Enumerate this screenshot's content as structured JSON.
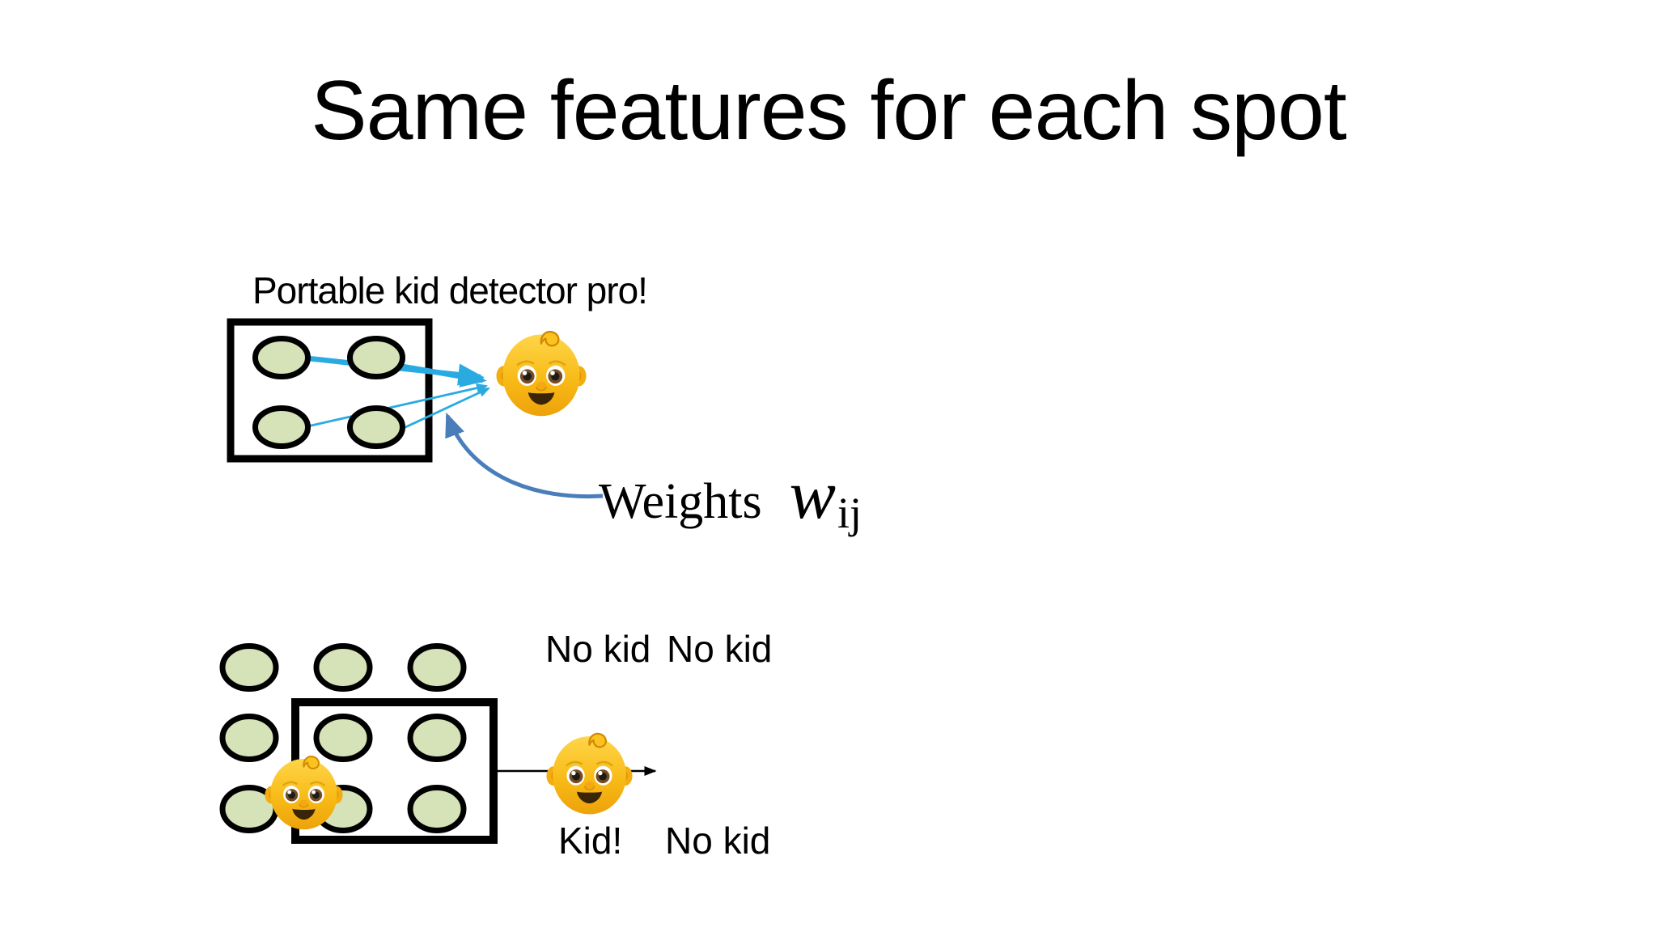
{
  "slide": {
    "title": "Same features for each spot"
  },
  "top_diagram": {
    "caption": "Portable kid detector pro!",
    "weights": {
      "label": "Weights",
      "symbol": "w",
      "subscript": "ij"
    },
    "kernel_feature_count": 4,
    "output_icon": "baby-emoji"
  },
  "bottom_diagram": {
    "grid": {
      "rows": 3,
      "cols": 3
    },
    "window_feature_count": 4,
    "results": [
      {
        "label": "No kid"
      },
      {
        "label": "No kid"
      },
      {
        "label": "Kid!"
      },
      {
        "label": "No kid"
      }
    ],
    "detected_icon": "baby-emoji"
  },
  "colors": {
    "background": "#FFFFFF",
    "text": "#000000",
    "weight_arrow_cyan": "#29ABE2",
    "pointer_arrow_blue": "#4A7EBB",
    "feature_fill_green": "#D6E2B8",
    "outline_black": "#000000",
    "baby_gold": "#F6B40E"
  }
}
